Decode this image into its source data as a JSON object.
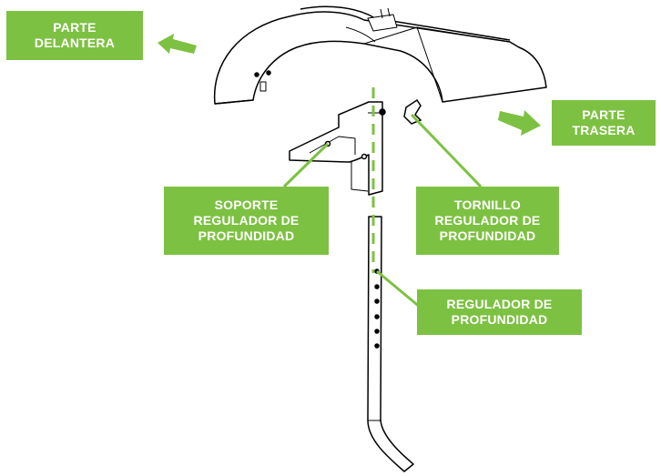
{
  "labels": {
    "front": [
      "PARTE",
      "DELANTERA"
    ],
    "rear": [
      "PARTE",
      "TRASERA"
    ],
    "bracket": [
      "SOPORTE",
      "REGULADOR DE",
      "PROFUNDIDAD"
    ],
    "screw": [
      "TORNILLO",
      "REGULADOR DE",
      "PROFUNDIDAD"
    ],
    "regulator": [
      "REGULADOR DE",
      "PROFUNDIDAD"
    ]
  },
  "colors": {
    "accent": "#7dc142",
    "line": "#000000"
  }
}
